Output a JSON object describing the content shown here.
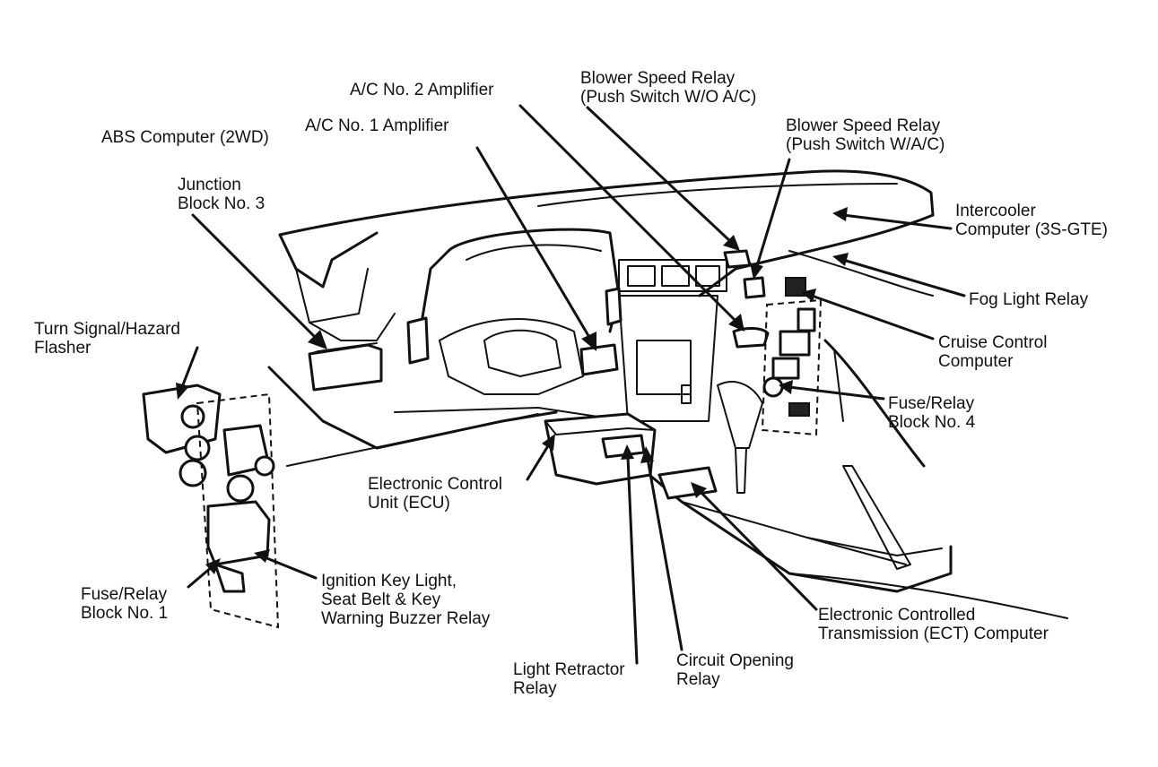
{
  "labels": {
    "abs_computer": "ABS Computer (2WD)",
    "junction_block_3": [
      "Junction",
      "Block No. 3"
    ],
    "ac_no1_amplifier": "A/C No. 1 Amplifier",
    "ac_no2_amplifier": "A/C No. 2 Amplifier",
    "blower_relay_wo_ac": [
      "Blower Speed Relay",
      "(Push Switch W/O A/C)"
    ],
    "blower_relay_w_ac": [
      "Blower Speed Relay",
      "(Push Switch W/A/C)"
    ],
    "intercooler_computer": [
      "Intercooler",
      "Computer (3S-GTE)"
    ],
    "fog_light_relay": "Fog Light Relay",
    "cruise_control_computer": [
      "Cruise Control",
      "Computer"
    ],
    "fuse_relay_block_4": [
      "Fuse/Relay",
      "Block No. 4"
    ],
    "turn_signal_flasher": [
      "Turn Signal/Hazard",
      "Flasher"
    ],
    "ecu": [
      "Electronic Control",
      "Unit (ECU)"
    ],
    "ignition_key_light": [
      "Ignition Key Light,",
      "Seat Belt & Key",
      "Warning Buzzer Relay"
    ],
    "fuse_relay_block_1": [
      "Fuse/Relay",
      "Block No. 1"
    ],
    "ect_computer": [
      "Electronic Controlled",
      "Transmission (ECT) Computer"
    ],
    "circuit_opening_relay": [
      "Circuit Opening",
      "Relay"
    ],
    "light_retractor_relay": [
      "Light Retractor",
      "Relay"
    ]
  }
}
